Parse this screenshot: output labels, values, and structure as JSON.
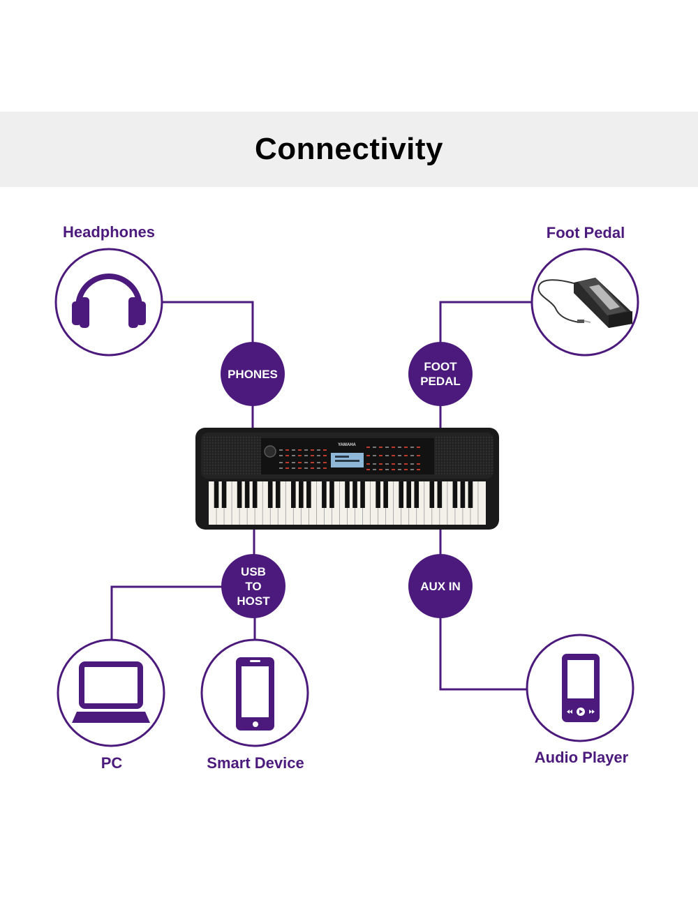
{
  "title": "Connectivity",
  "colors": {
    "accent": "#4b1a7c",
    "header_bg": "#efefef",
    "keyboard_body": "#1a1a1a",
    "lcd": "#8fb7d8"
  },
  "ports": {
    "phones": {
      "lines": [
        "PHONES"
      ]
    },
    "foot_pedal": {
      "lines": [
        "FOOT",
        "PEDAL"
      ]
    },
    "usb_to_host": {
      "lines": [
        "USB",
        "TO",
        "HOST"
      ]
    },
    "aux_in": {
      "lines": [
        "AUX IN"
      ]
    }
  },
  "devices": {
    "headphones": {
      "label": "Headphones",
      "icon": "headphones-icon"
    },
    "foot_pedal": {
      "label": "Foot Pedal",
      "icon": "sustain-pedal-icon"
    },
    "pc": {
      "label": "PC",
      "icon": "laptop-icon"
    },
    "smart_device": {
      "label": "Smart Device",
      "icon": "smartphone-icon"
    },
    "audio_player": {
      "label": "Audio Player",
      "icon": "audio-player-icon"
    }
  },
  "keyboard": {
    "icon": "keyboard-icon",
    "brand": "YAMAHA"
  }
}
